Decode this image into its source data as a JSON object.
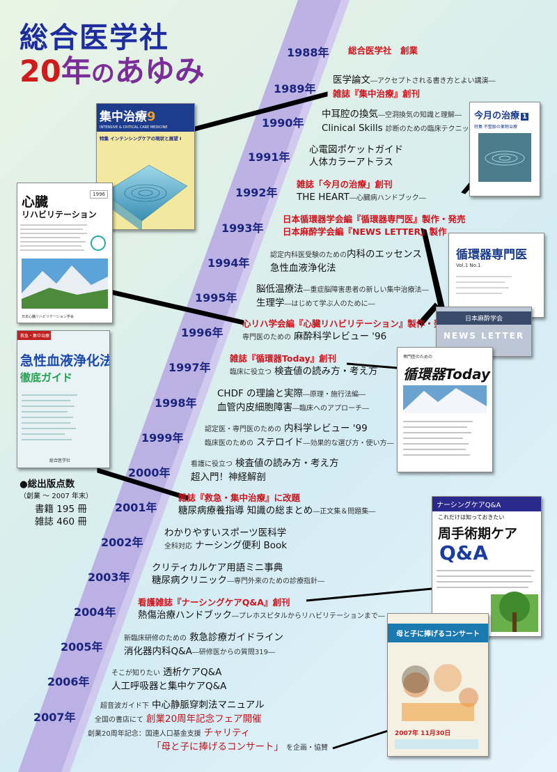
{
  "title": {
    "line1": "総合医学社",
    "num": "20",
    "nen": "年",
    "no": "の",
    "ayumi": "あゆみ"
  },
  "stats": {
    "heading": "●総出版点数",
    "sub": "（創業 ～ 2007 年末）",
    "books": "書籍 195 冊",
    "journals": "雑誌 460 冊"
  },
  "timeline": [
    {
      "year": "1988年",
      "lines": [
        [
          "総合医学社　創業"
        ]
      ]
    },
    {
      "year": "1989年",
      "lines": [
        [
          "医学論文",
          "―アクセプトされる書き方とよい講演―"
        ],
        [
          "雑誌『集中治療』創刊"
        ]
      ]
    },
    {
      "year": "1990年",
      "lines": [
        [
          "中耳腔の換気",
          "―空洞換気の知識と理解―"
        ],
        [
          "Clinical Skills",
          "診断のための臨床テクニック"
        ]
      ]
    },
    {
      "year": "1991年",
      "lines": [
        [
          "心電図ポケットガイド"
        ],
        [
          "人体カラーアトラス"
        ]
      ]
    },
    {
      "year": "1992年",
      "lines": [
        [
          "雑誌「今月の治療」創刊"
        ],
        [
          "THE HEART",
          "―心臓病ハンドブック―"
        ]
      ]
    },
    {
      "year": "1993年",
      "lines": [
        [
          "日本循環器学会編『循環器専門医』製作・発売"
        ],
        [
          "日本麻酔学会編『NEWS LETTER』製作"
        ]
      ]
    },
    {
      "year": "1994年",
      "lines": [
        [
          "認定内科医受験のための",
          "内科のエッセンス"
        ],
        [
          "急性血液浄化法"
        ]
      ]
    },
    {
      "year": "1995年",
      "lines": [
        [
          "脳低温療法",
          "―重症脳障害患者の新しい集中治療法―"
        ],
        [
          "生理学",
          "―はじめて学ぶ人のために―"
        ]
      ]
    },
    {
      "year": "1996年",
      "lines": [
        [
          "心リハ学会編『心臓リハビリテーション』製作・発売"
        ],
        [
          "専門医のための",
          "麻酔科学レビュー '96"
        ]
      ]
    },
    {
      "year": "1997年",
      "lines": [
        [
          "雑誌『循環器Today』創刊"
        ],
        [
          "臨床に役立つ",
          "検査値の読み方・考え方"
        ]
      ]
    },
    {
      "year": "1998年",
      "lines": [
        [
          "CHDF の理論と実際",
          "―原理・施行法編―"
        ],
        [
          "血管内皮細胞障害",
          "―臨床へのアプローチ―"
        ]
      ]
    },
    {
      "year": "1999年",
      "lines": [
        [
          "認定医・専門医のための",
          "内科学レビュー '99"
        ],
        [
          "臨床医のための",
          "ステロイド",
          "―効果的な選び方・使い方―"
        ]
      ]
    },
    {
      "year": "2000年",
      "lines": [
        [
          "看護に役立つ",
          "検査値の読み方・考え方"
        ],
        [
          "超入門！神経解剖"
        ]
      ]
    },
    {
      "year": "2001年",
      "lines": [
        [
          "雑誌『救急・集中治療』に改題"
        ],
        [
          "糖尿病療養指導 知識の総まとめ",
          "―正文集＆問題集―"
        ]
      ]
    },
    {
      "year": "2002年",
      "lines": [
        [
          "わかりやすいスポーツ医科学"
        ],
        [
          "全科対応",
          "ナーシング便利 Book"
        ]
      ]
    },
    {
      "year": "2003年",
      "lines": [
        [
          "クリティカルケア用語ミニ事典"
        ],
        [
          "糖尿病クリニック",
          "―専門外来のための診療指針―"
        ]
      ]
    },
    {
      "year": "2004年",
      "lines": [
        [
          "看護雑誌『ナーシングケアQ&A』創刊"
        ],
        [
          "熱傷治療ハンドブック",
          "―プレホスピタルからリハビリテーションまで―"
        ]
      ]
    },
    {
      "year": "2005年",
      "lines": [
        [
          "新臨床研修のための",
          "救急診療ガイドライン"
        ],
        [
          "消化器内科Q&A",
          "―研修医からの質問319―"
        ]
      ]
    },
    {
      "year": "2006年",
      "lines": [
        [
          "そこが知りたい",
          "透析ケアQ&A"
        ],
        [
          "人工呼吸器と集中ケアQ&A"
        ]
      ]
    },
    {
      "year": "2007年",
      "lines": [
        [
          "超音波ガイド下",
          "中心静脈穿刺法マニュアル"
        ],
        [
          "全国の書店にて",
          "創業20周年記念フェア開催"
        ],
        [
          "創業20周年記念：国連人口基金支援",
          "チャリティ"
        ],
        [
          "「母と子に捧げるコンサート」",
          "を企画・協賛"
        ]
      ]
    }
  ],
  "covers": {
    "shuchu": {
      "title": "集中治療",
      "num": "9",
      "sub": "INTENSIVE & CRITICAL CARE MEDICINE",
      "feature": "特集 インテンシングケアの現状と展望 I"
    },
    "shinzo": {
      "title1": "心臓",
      "title2": "リハビリテーション",
      "vol": "1996",
      "publisher": "日本心臓リハビリテーション学会"
    },
    "kyusei": {
      "tag": "救急・集中治療",
      "title1": "急性血液浄化法",
      "title2": "徹底ガイド",
      "publisher": "総合医学社"
    },
    "kongetsu": {
      "title": "今月の治療",
      "num": "1",
      "feature": "特集 不整脈の薬物治療"
    },
    "junkanki_senmon": {
      "title": "循環器専門医",
      "vol": "Vol.1 No.1"
    },
    "newsletter": {
      "org": "日本麻酔学会",
      "title": "NEWS LETTER"
    },
    "junkanki_today": {
      "sub": "専門医のための",
      "title": "循環器Today"
    },
    "nursing": {
      "head": "ナーシングケアQ&A",
      "sub": "これだけは知っておきたい",
      "title1": "周手術期ケア",
      "title2": "Q&A"
    },
    "concert": {
      "title": "母と子に捧げるコンサート",
      "date": "2007年 11月30日"
    }
  },
  "colors": {
    "band": "#b9aee3",
    "year": "#1a237e",
    "red": "#d0141e",
    "titleBlue": "#1d2da0",
    "titlePurple": "#7b2d9a"
  }
}
